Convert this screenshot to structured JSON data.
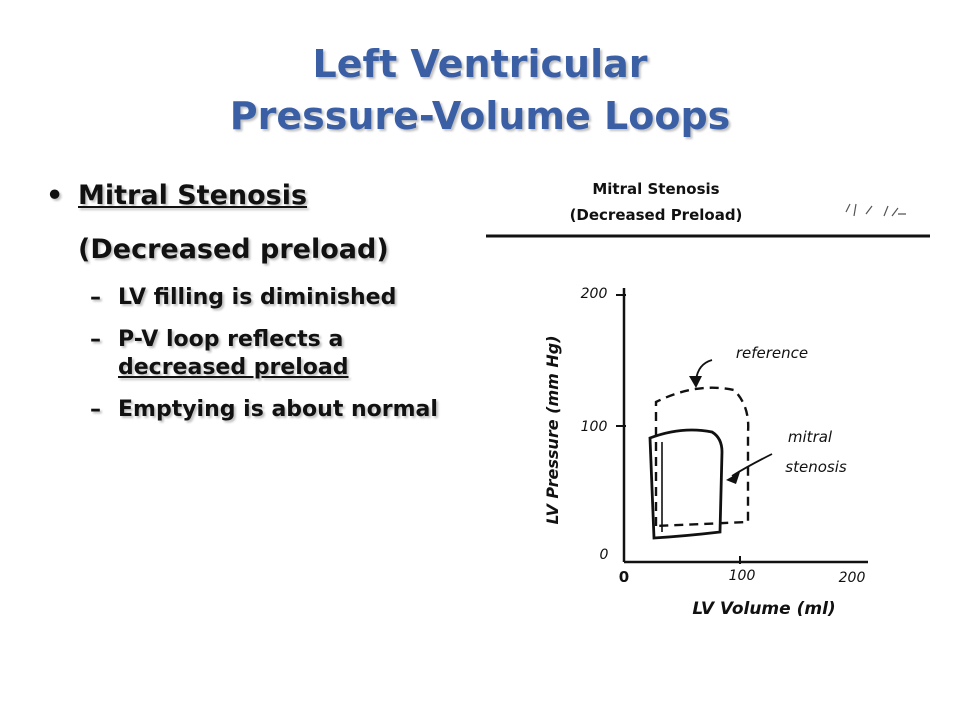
{
  "title": {
    "line1": "Left Ventricular",
    "line2": "Pressure-Volume Loops"
  },
  "bullets": {
    "main": {
      "glyph": "•",
      "heading": "Mitral Stenosis",
      "subheading": "(Decreased preload)"
    },
    "items": [
      {
        "glyph": "–",
        "text": "LV filling is diminished"
      },
      {
        "glyph": "–",
        "text_plain": "P-V loop reflects a",
        "text_underlined": "decreased preload"
      },
      {
        "glyph": "–",
        "text": "Emptying is about normal"
      }
    ]
  },
  "figure": {
    "header_line1": "Mitral Stenosis",
    "header_line2": "(Decreased Preload)",
    "y_axis_label": "LV Pressure (mm Hg)",
    "x_axis_label": "LV Volume (ml)",
    "y_ticks": [
      "200",
      "100",
      "0"
    ],
    "x_ticks": [
      "0",
      "100",
      "200"
    ],
    "annotation_reference": "reference",
    "annotation_mitral_line1": "mitral",
    "annotation_mitral_line2": "stenosis"
  }
}
